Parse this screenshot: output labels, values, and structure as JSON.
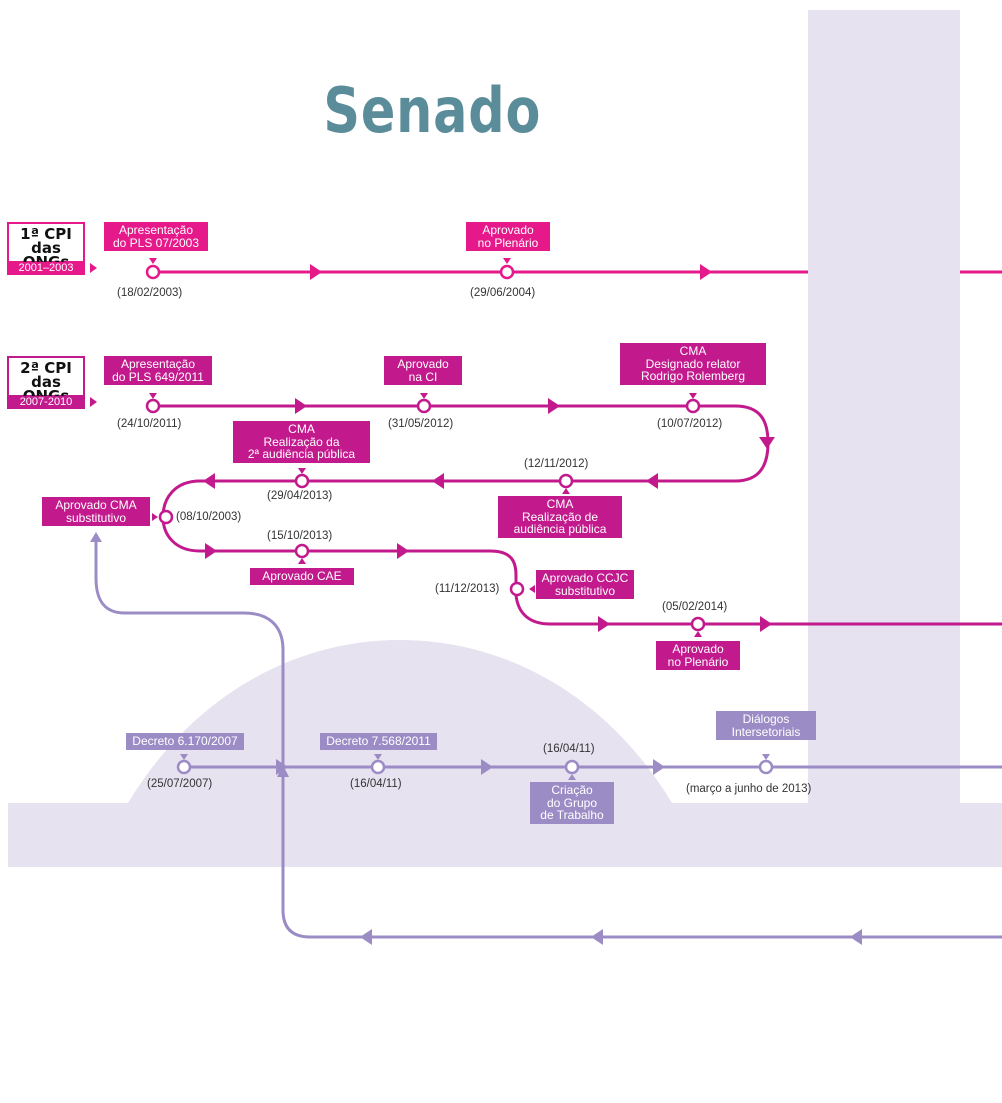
{
  "title": "Senado",
  "colors": {
    "pink": "#e5198a",
    "magenta": "#c21a8d",
    "purple": "#9b8cc6",
    "title": "#5b8c99",
    "building": "#e6e2f0"
  },
  "cpi1": {
    "line1": "1ª CPI",
    "line2": "das ONGs",
    "years": "2001–2003"
  },
  "cpi2": {
    "line1": "2ª CPI",
    "line2": "das ONGs",
    "years": "2007-2010"
  },
  "pls07": {
    "apresentacao": {
      "text": "Apresentação\ndo PLS 07/2003",
      "date": "(18/02/2003)"
    },
    "aprovado": {
      "text": "Aprovado\nno Plenário",
      "date": "(29/06/2004)"
    }
  },
  "pls649": {
    "apresentacao": {
      "text": "Apresentação\ndo PLS 649/2011",
      "date": "(24/10/2011)"
    },
    "aprovado_ci": {
      "text": "Aprovado\nna CI",
      "date": "(31/05/2012)"
    },
    "cma_relator": {
      "text": "CMA\nDesignado relator\nRodrigo Rolemberg",
      "date": "(10/07/2012)"
    },
    "cma_2a_audiencia": {
      "text": "CMA\nRealização da\n2ª audiência pública",
      "date": "(29/04/2013)"
    },
    "cma_audiencia": {
      "text": "CMA\nRealização de\naudiência pública",
      "date": "(12/11/2012)"
    },
    "aprovado_cma": {
      "text": "Aprovado CMA\nsubstitutivo",
      "date": "(08/10/2003)"
    },
    "aprovado_cae": {
      "text": "Aprovado CAE",
      "date": "(15/10/2013)"
    },
    "aprovado_ccjc": {
      "text": "Aprovado CCJC\nsubstitutivo",
      "date": "(11/12/2013)"
    },
    "aprovado_plenario": {
      "text": "Aprovado\nno Plenário",
      "date": "(05/02/2014)"
    }
  },
  "executivo": {
    "decreto_6170": {
      "text": "Decreto 6.170/2007",
      "date": "(25/07/2007)"
    },
    "decreto_7568": {
      "text": "Decreto 7.568/2011",
      "date": "(16/04/11)"
    },
    "grupo_trabalho": {
      "text": "Criação\ndo Grupo\nde Trabalho",
      "date": "(16/04/11)"
    },
    "dialogos": {
      "text": "Diálogos\nIntersetoriais",
      "date": "(março a junho de 2013)"
    }
  }
}
